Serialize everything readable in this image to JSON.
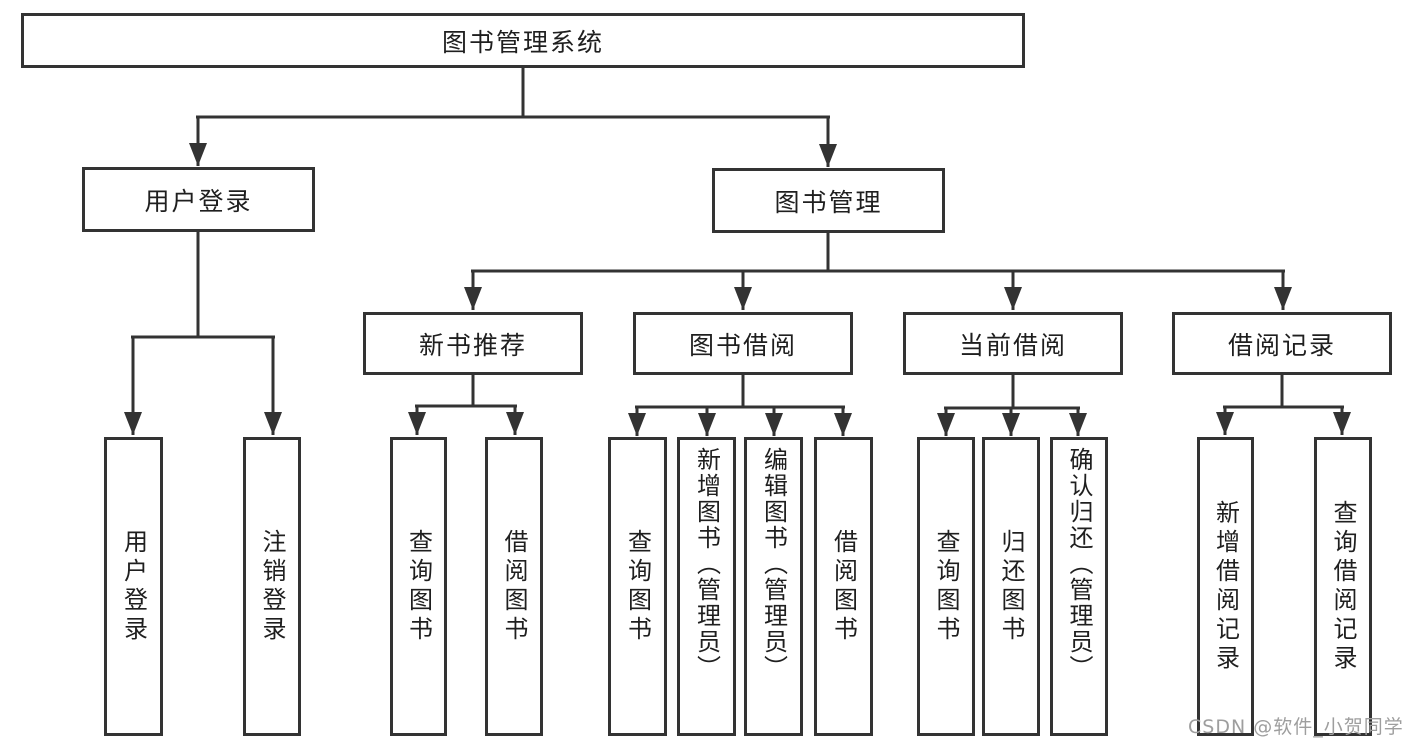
{
  "root": {
    "label": "图书管理系统"
  },
  "branches": [
    {
      "label": "用户登录",
      "leaves": [
        {
          "label": "用户登录"
        },
        {
          "label": "注销登录"
        }
      ]
    },
    {
      "label": "图书管理",
      "sections": [
        {
          "label": "新书推荐",
          "leaves": [
            {
              "label": "查询图书"
            },
            {
              "label": "借阅图书"
            }
          ]
        },
        {
          "label": "图书借阅",
          "leaves": [
            {
              "label": "查询图书"
            },
            {
              "label": "新增图书（管理员）"
            },
            {
              "label": "编辑图书（管理员）"
            },
            {
              "label": "借阅图书"
            }
          ]
        },
        {
          "label": "当前借阅",
          "leaves": [
            {
              "label": "查询图书"
            },
            {
              "label": "归还图书"
            },
            {
              "label": "确认归还（管理员）"
            }
          ]
        },
        {
          "label": "借阅记录",
          "leaves": [
            {
              "label": "新增借阅记录"
            },
            {
              "label": "查询借阅记录"
            }
          ]
        }
      ]
    }
  ],
  "watermark": {
    "text": "CSDN @软件_小贺同学"
  },
  "colors": {
    "line": "#333333",
    "text": "#1f1f1f",
    "watermark": "#9e9e9e",
    "background": "#ffffff"
  }
}
